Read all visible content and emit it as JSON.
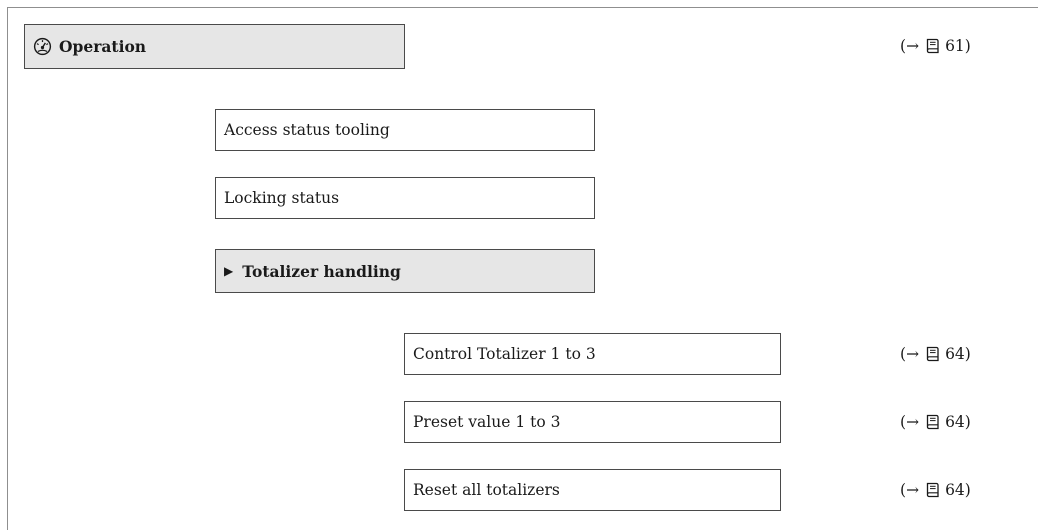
{
  "menu": {
    "label": "Operation",
    "icon": "dial-gauge-icon",
    "ref_page": "61"
  },
  "items": [
    {
      "label": "Access status tooling"
    },
    {
      "label": "Locking status"
    }
  ],
  "submenu": {
    "label": "Totalizer handling",
    "icon": "triangle-right-icon",
    "items": [
      {
        "label": "Control Totalizer 1 to 3",
        "ref_page": "64"
      },
      {
        "label": "Preset value 1 to 3",
        "ref_page": "64"
      },
      {
        "label": "Reset all totalizers",
        "ref_page": "64"
      }
    ]
  },
  "ref_format": {
    "arrow": "→",
    "icon": "book-icon"
  }
}
